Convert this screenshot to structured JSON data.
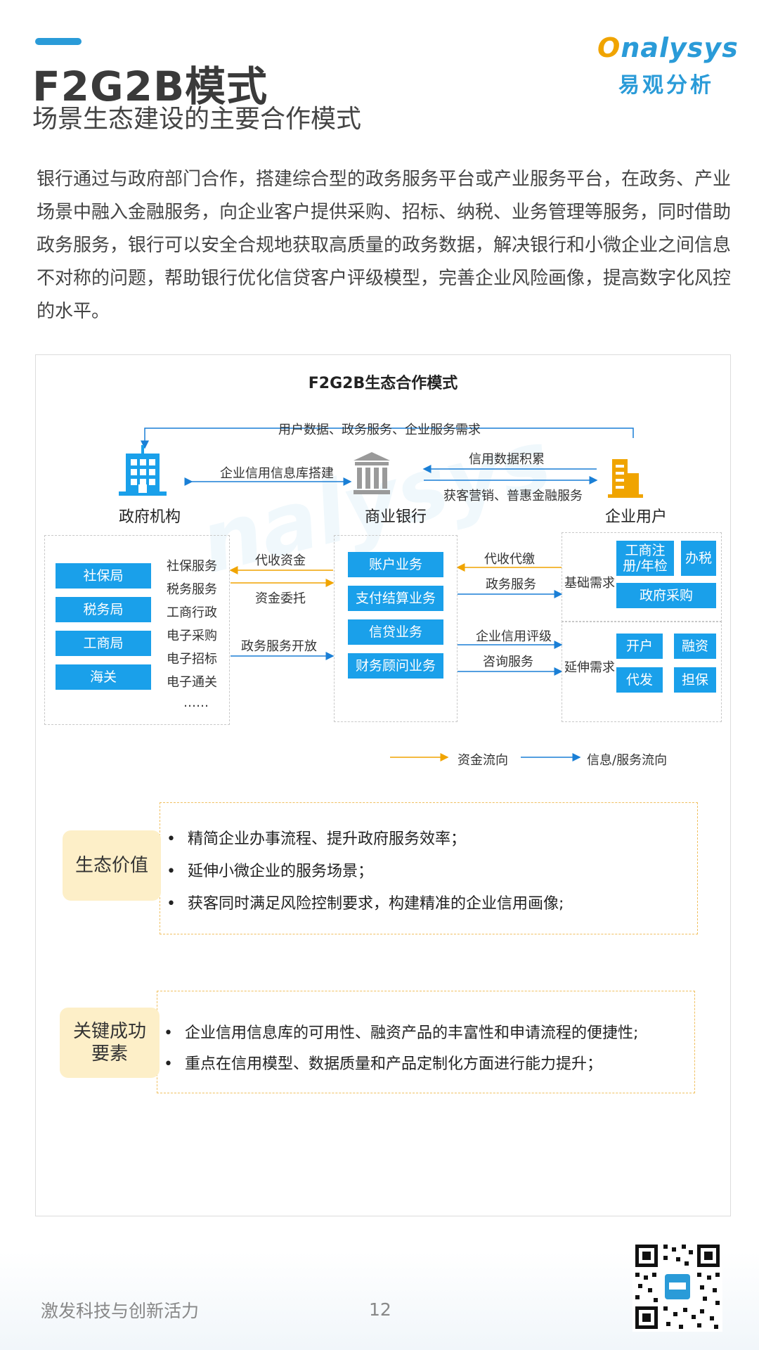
{
  "header": {
    "title": "F2G2B模式",
    "subtitle": "场景生态建设的主要合作模式",
    "logo_en_o": "O",
    "logo_en_rest": "nalysys",
    "logo_cn": "易观分析"
  },
  "intro": "银行通过与政府部门合作，搭建综合型的政务服务平台或产业服务平台，在政务、产业场景中融入金融服务，向企业客户提供采购、招标、纳税、业务管理等服务，同时借助政务服务，银行可以安全合规地获取高质量的政务数据，解决银行和小微企业之间信息不对称的问题，帮助银行优化信贷客户评级模型，完善企业风险画像，提高数字化风控的水平。",
  "diagram": {
    "title": "F2G2B生态合作模式",
    "top_flow": "用户数据、政务服务、企业服务需求",
    "gov_bank_flow": "企业信用信息库搭建",
    "credit_flow": "信用数据积累",
    "acquire_flow": "获客营销、普惠金融服务",
    "nodes": {
      "gov": "政府机构",
      "bank": "商业银行",
      "enterprise": "企业用户"
    },
    "gov_units": [
      "社保局",
      "税务局",
      "工商局",
      "海关"
    ],
    "gov_services": [
      "社保服务",
      "税务服务",
      "工商行政",
      "电子采购",
      "电子招标",
      "电子通关",
      "……"
    ],
    "gov_bank_arrows": {
      "collect_funds": "代收资金",
      "fund_entrust": "资金委托",
      "open_services": "政务服务开放"
    },
    "bank_services": [
      "账户业务",
      "支付结算业务",
      "信贷业务",
      "财务顾问业务"
    ],
    "bank_ent_arrows": {
      "collect_pay": "代收代缴",
      "gov_service": "政务服务",
      "credit_rating": "企业信用评级",
      "consult": "咨询服务"
    },
    "basic_needs": {
      "label": "基础需求",
      "reg": "工商注册/年检",
      "tax": "办税",
      "procurement": "政府采购"
    },
    "extended_needs": {
      "label": "延伸需求",
      "items": [
        "开户",
        "融资",
        "代发",
        "担保"
      ]
    },
    "legend": {
      "fund": "资金流向",
      "info": "信息/服务流向"
    }
  },
  "eco_value": {
    "tag": "生态价值",
    "items": [
      "精简企业办事流程、提升政府服务效率；",
      "延伸小微企业的服务场景；",
      "获客同时满足风险控制要求，构建精准的企业信用画像;"
    ]
  },
  "key_success": {
    "tag_line1": "关键成功",
    "tag_line2": "要素",
    "items": [
      "企业信用信息库的可用性、融资产品的丰富性和申请流程的便捷性;",
      "重点在信用模型、数据质量和产品定制化方面进行能力提升；"
    ]
  },
  "footer": {
    "slogan": "激发科技与创新活力",
    "page": "12"
  },
  "colors": {
    "blue": "#1aa0ea",
    "orange": "#f0a400",
    "accent": "#2a9bd8"
  }
}
